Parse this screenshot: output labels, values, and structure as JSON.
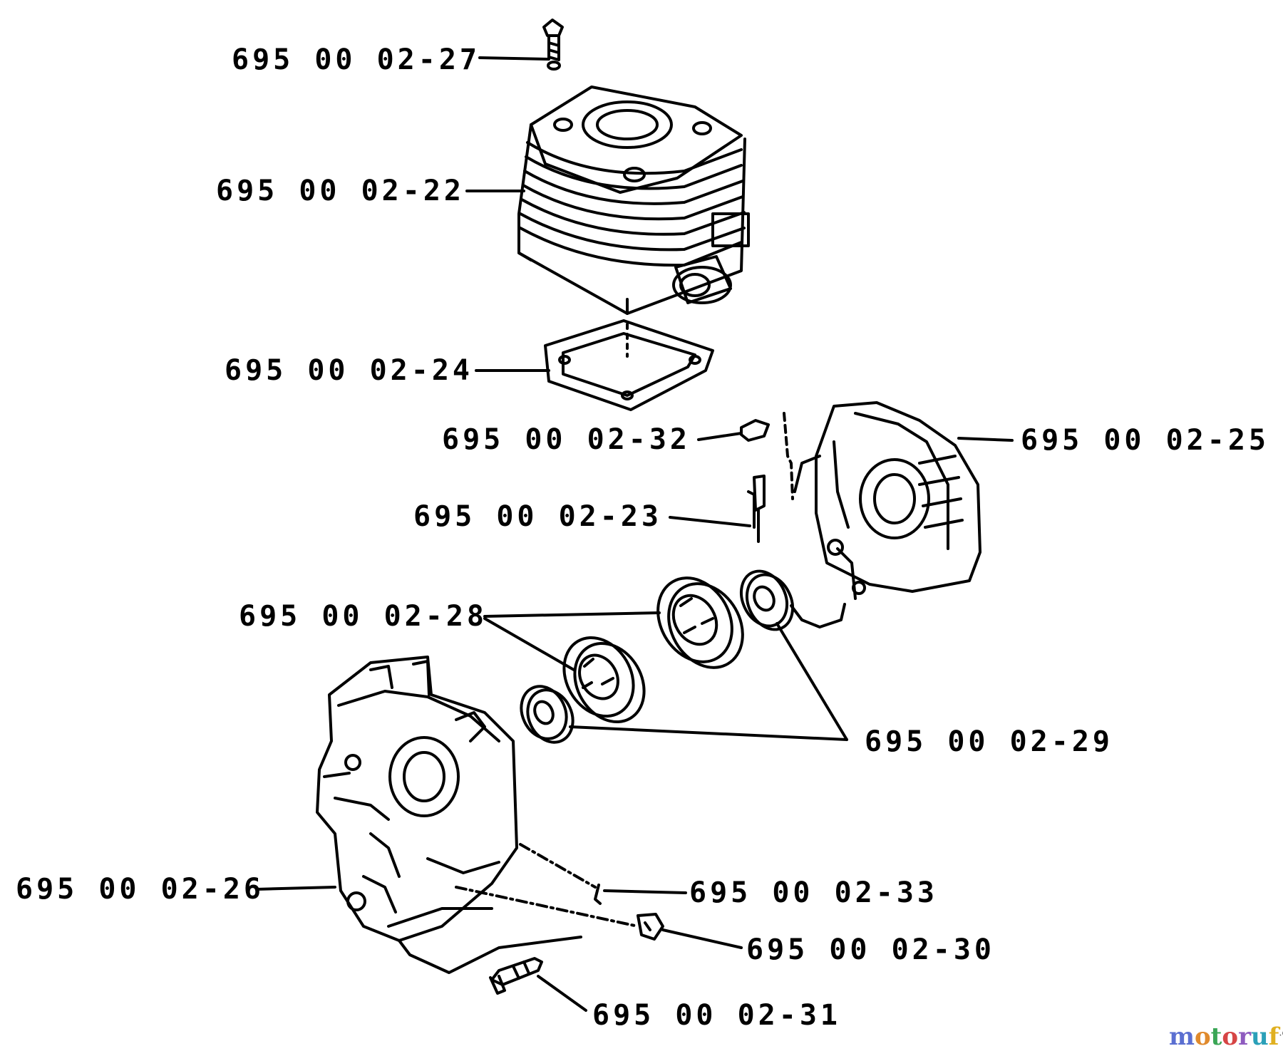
{
  "parts": [
    {
      "id": "p27",
      "label": "695 00 02-27"
    },
    {
      "id": "p22",
      "label": "695 00 02-22"
    },
    {
      "id": "p24",
      "label": "695 00 02-24"
    },
    {
      "id": "p32",
      "label": "695 00 02-32"
    },
    {
      "id": "p25",
      "label": "695 00 02-25"
    },
    {
      "id": "p23",
      "label": "695 00 02-23"
    },
    {
      "id": "p28",
      "label": "695 00 02-28"
    },
    {
      "id": "p29",
      "label": "695 00 02-29"
    },
    {
      "id": "p26",
      "label": "695 00 02-26"
    },
    {
      "id": "p33",
      "label": "695 00 02-33"
    },
    {
      "id": "p30",
      "label": "695 00 02-30"
    },
    {
      "id": "p31",
      "label": "695 00 02-31"
    }
  ],
  "watermark": {
    "letters": [
      "m",
      "o",
      "t",
      "o",
      "r",
      "u",
      "f"
    ],
    "colors": [
      "#5b6fd1",
      "#e08a2c",
      "#3aa655",
      "#d64545",
      "#8e5bbf",
      "#2aa0b8",
      "#e0b020"
    ],
    "tld": ".de"
  }
}
